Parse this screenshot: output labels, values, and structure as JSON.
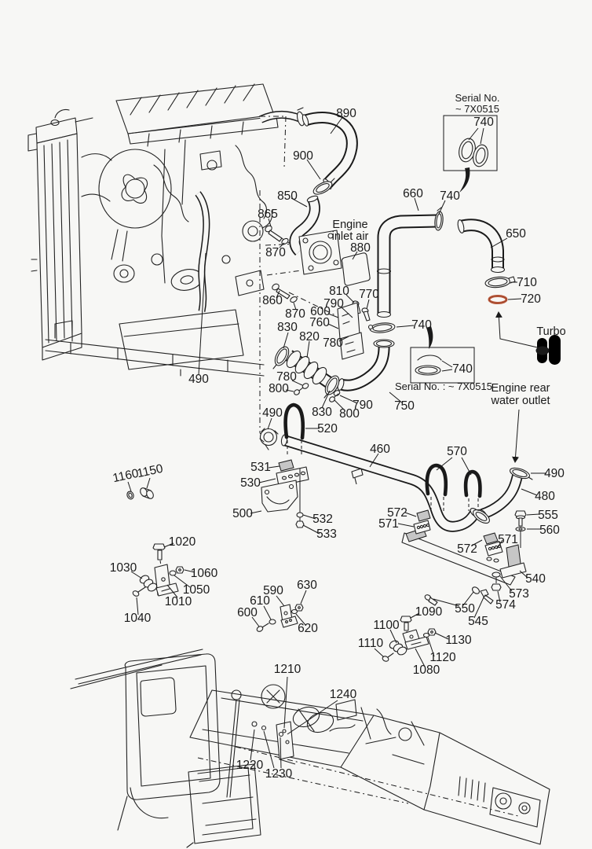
{
  "diagram": {
    "kind": "exploded-parts-diagram",
    "notes": {
      "serial_top_line1": "Serial No.",
      "serial_top_line2": "~ 7X0515",
      "serial_mid": "Serial No. : ~ 7X0515",
      "engine_inlet_line1": "Engine",
      "engine_inlet_line2": "inlet air",
      "engine_rear_line1": "Engine rear",
      "engine_rear_line2": "water outlet",
      "turbo": "Turbo"
    },
    "parts": {
      "460": "460",
      "480": "480",
      "490": "490",
      "500": "500",
      "520": "520",
      "530": "530",
      "531": "531",
      "532": "532",
      "533": "533",
      "540": "540",
      "545": "545",
      "550": "550",
      "555": "555",
      "560": "560",
      "570": "570",
      "571": "571",
      "572": "572",
      "573": "573",
      "574": "574",
      "590": "590",
      "600": "600",
      "610": "610",
      "620": "620",
      "630": "630",
      "650": "650",
      "660": "660",
      "710": "710",
      "720": "720",
      "740": "740",
      "750": "750",
      "760": "760",
      "770": "770",
      "780": "780",
      "790": "790",
      "800": "800",
      "810": "810",
      "820": "820",
      "830": "830",
      "850": "850",
      "860": "860",
      "865": "865",
      "870": "870",
      "880": "880",
      "890": "890",
      "900": "900",
      "1010": "1010",
      "1020": "1020",
      "1030": "1030",
      "1040": "1040",
      "1050": "1050",
      "1060": "1060",
      "1080": "1080",
      "1090": "1090",
      "1100": "1100",
      "1110": "1110",
      "1120": "1120",
      "1130": "1130",
      "1150": "1150",
      "1160": "1160",
      "1210": "1210",
      "1220": "1220",
      "1230": "1230",
      "1240": "1240"
    },
    "colors": {
      "background": "#f7f7f5",
      "line": "#1a1a1a",
      "o_ring": "#bf5b3c",
      "turbo_highlight": "#9a9a9a",
      "shaded_plate": "#c6c6c6"
    }
  }
}
